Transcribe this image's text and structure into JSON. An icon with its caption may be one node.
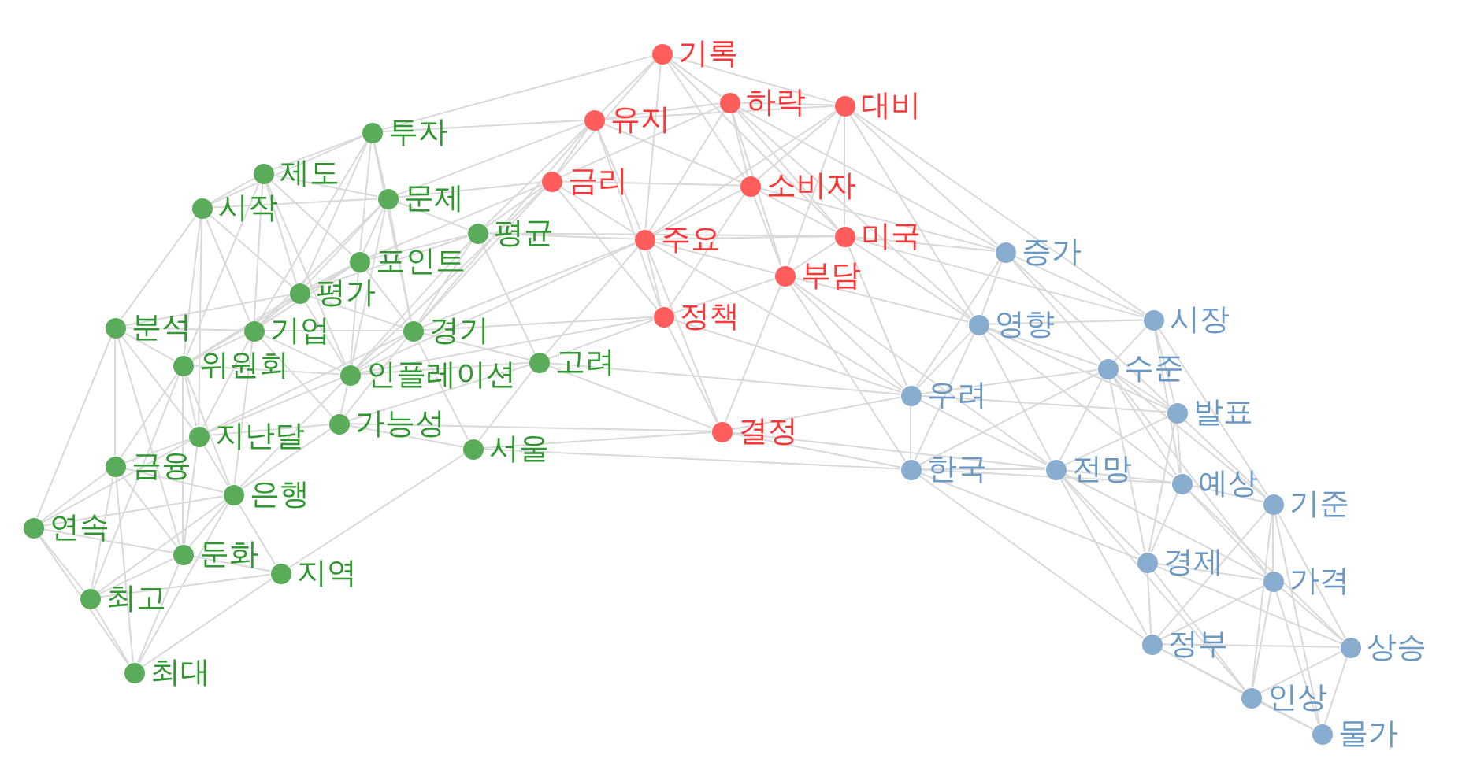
{
  "diagram": {
    "nodes": [
      {
        "text": [
          "기록"
        ]
      },
      {
        "text": [
          "유지"
        ]
      },
      {
        "text": [
          "하락"
        ]
      },
      {
        "text": [
          "대비"
        ]
      },
      {
        "text": [
          "금리"
        ]
      },
      {
        "text": [
          "소비자"
        ]
      },
      {
        "text": [
          "주요"
        ]
      },
      {
        "text": [
          "미국"
        ]
      },
      {
        "text": [
          "부담"
        ]
      },
      {
        "text": [
          "정책"
        ]
      },
      {
        "text": [
          "결정"
        ]
      },
      {
        "text": [
          "증가"
        ]
      },
      {
        "text": [
          "영향"
        ]
      },
      {
        "text": [
          "시장"
        ]
      },
      {
        "text": [
          "수준"
        ]
      },
      {
        "text": [
          "우려"
        ]
      },
      {
        "text": [
          "발표"
        ]
      },
      {
        "text": [
          "한국"
        ]
      },
      {
        "text": [
          "전망"
        ]
      },
      {
        "text": [
          "예상"
        ]
      },
      {
        "text": [
          "기준"
        ]
      },
      {
        "text": [
          "경제"
        ]
      },
      {
        "text": [
          "가격"
        ]
      },
      {
        "text": [
          "정부"
        ]
      },
      {
        "text": [
          "상승"
        ]
      },
      {
        "text": [
          "인상"
        ]
      },
      {
        "text": [
          "물가"
        ]
      },
      {
        "text": [
          "투자"
        ]
      },
      {
        "text": [
          "제도"
        ]
      },
      {
        "text": [
          "시작"
        ]
      },
      {
        "text": [
          "문제"
        ]
      },
      {
        "text": [
          "평균"
        ]
      },
      {
        "text": [
          "포인트"
        ]
      },
      {
        "text": [
          "평가"
        ]
      },
      {
        "text": [
          "분석"
        ]
      },
      {
        "text": [
          "기업"
        ]
      },
      {
        "text": [
          "경기"
        ]
      },
      {
        "text": [
          "위원회"
        ]
      },
      {
        "text": [
          "인플레이션"
        ]
      },
      {
        "text": [
          "고려"
        ]
      },
      {
        "text": [
          "지난달"
        ]
      },
      {
        "text": [
          "가능성"
        ]
      },
      {
        "text": [
          "서울"
        ]
      },
      {
        "text": [
          "금융"
        ]
      },
      {
        "text": [
          "은행"
        ]
      },
      {
        "text": [
          "연속"
        ]
      },
      {
        "text": [
          "둔화"
        ]
      },
      {
        "text": [
          "지역"
        ]
      },
      {
        "text": [
          "최고"
        ]
      },
      {
        "text": [
          "최대"
        ]
      }
    ],
    "edges": [
      {
        "from": 0,
        "to": 1,
        "arrow": "none"
      },
      {
        "from": 0,
        "to": 4,
        "arrow": "none"
      },
      {
        "from": 0,
        "to": 6,
        "arrow": "none"
      },
      {
        "from": 0,
        "to": 2,
        "arrow": "none"
      },
      {
        "from": 0,
        "to": 5,
        "arrow": "none"
      },
      {
        "from": 0,
        "to": 3,
        "arrow": "none"
      },
      {
        "from": 0,
        "to": 27,
        "arrow": "none"
      },
      {
        "from": 0,
        "to": 7,
        "arrow": "none"
      },
      {
        "from": 1,
        "to": 2,
        "arrow": "none"
      },
      {
        "from": 1,
        "to": 4,
        "arrow": "none"
      },
      {
        "from": 1,
        "to": 6,
        "arrow": "none"
      },
      {
        "from": 1,
        "to": 9,
        "arrow": "none"
      },
      {
        "from": 1,
        "to": 5,
        "arrow": "none"
      },
      {
        "from": 1,
        "to": 3,
        "arrow": "none"
      },
      {
        "from": 1,
        "to": 30,
        "arrow": "none"
      },
      {
        "from": 1,
        "to": 31,
        "arrow": "none"
      },
      {
        "from": 1,
        "to": 36,
        "arrow": "none"
      },
      {
        "from": 1,
        "to": 27,
        "arrow": "none"
      },
      {
        "from": 2,
        "to": 3,
        "arrow": "none"
      },
      {
        "from": 2,
        "to": 5,
        "arrow": "none"
      },
      {
        "from": 2,
        "to": 6,
        "arrow": "none"
      },
      {
        "from": 2,
        "to": 4,
        "arrow": "none"
      },
      {
        "from": 2,
        "to": 7,
        "arrow": "none"
      },
      {
        "from": 2,
        "to": 8,
        "arrow": "none"
      },
      {
        "from": 2,
        "to": 12,
        "arrow": "none"
      },
      {
        "from": 2,
        "to": 11,
        "arrow": "none"
      },
      {
        "from": 3,
        "to": 7,
        "arrow": "none"
      },
      {
        "from": 3,
        "to": 8,
        "arrow": "none"
      },
      {
        "from": 3,
        "to": 11,
        "arrow": "none"
      },
      {
        "from": 3,
        "to": 13,
        "arrow": "none"
      },
      {
        "from": 3,
        "to": 6,
        "arrow": "none"
      },
      {
        "from": 3,
        "to": 5,
        "arrow": "none"
      },
      {
        "from": 3,
        "to": 12,
        "arrow": "none"
      },
      {
        "from": 4,
        "to": 6,
        "arrow": "none"
      },
      {
        "from": 4,
        "to": 9,
        "arrow": "none"
      },
      {
        "from": 4,
        "to": 5,
        "arrow": "none"
      },
      {
        "from": 4,
        "to": 30,
        "arrow": "none"
      },
      {
        "from": 4,
        "to": 31,
        "arrow": "none"
      },
      {
        "from": 4,
        "to": 32,
        "arrow": "none"
      },
      {
        "from": 4,
        "to": 36,
        "arrow": "none"
      },
      {
        "from": 4,
        "to": 38,
        "arrow": "none"
      },
      {
        "from": 5,
        "to": 6,
        "arrow": "none"
      },
      {
        "from": 5,
        "to": 7,
        "arrow": "none"
      },
      {
        "from": 5,
        "to": 8,
        "arrow": "none"
      },
      {
        "from": 5,
        "to": 9,
        "arrow": "none"
      },
      {
        "from": 5,
        "to": 11,
        "arrow": "none"
      },
      {
        "from": 6,
        "to": 9,
        "arrow": "none"
      },
      {
        "from": 6,
        "to": 7,
        "arrow": "none"
      },
      {
        "from": 6,
        "to": 8,
        "arrow": "none"
      },
      {
        "from": 6,
        "to": 10,
        "arrow": "none"
      },
      {
        "from": 6,
        "to": 31,
        "arrow": "none"
      },
      {
        "from": 6,
        "to": 36,
        "arrow": "none"
      },
      {
        "from": 6,
        "to": 38,
        "arrow": "none"
      },
      {
        "from": 6,
        "to": 39,
        "arrow": "none"
      },
      {
        "from": 6,
        "to": 15,
        "arrow": "none"
      },
      {
        "from": 7,
        "to": 8,
        "arrow": "none"
      },
      {
        "from": 7,
        "to": 11,
        "arrow": "none"
      },
      {
        "from": 7,
        "to": 12,
        "arrow": "none"
      },
      {
        "from": 7,
        "to": 15,
        "arrow": "none"
      },
      {
        "from": 7,
        "to": 13,
        "arrow": "none"
      },
      {
        "from": 8,
        "to": 9,
        "arrow": "none"
      },
      {
        "from": 8,
        "to": 10,
        "arrow": "none"
      },
      {
        "from": 8,
        "to": 15,
        "arrow": "none"
      },
      {
        "from": 8,
        "to": 12,
        "arrow": "none"
      },
      {
        "from": 8,
        "to": 17,
        "arrow": "none"
      },
      {
        "from": 8,
        "to": 18,
        "arrow": "none"
      },
      {
        "from": 9,
        "to": 10,
        "arrow": "none"
      },
      {
        "from": 9,
        "to": 39,
        "arrow": "none"
      },
      {
        "from": 9,
        "to": 15,
        "arrow": "none"
      },
      {
        "from": 9,
        "to": 38,
        "arrow": "none"
      },
      {
        "from": 9,
        "to": 36,
        "arrow": "none"
      },
      {
        "from": 10,
        "to": 15,
        "arrow": "none"
      },
      {
        "from": 10,
        "to": 17,
        "arrow": "none"
      },
      {
        "from": 10,
        "to": 42,
        "arrow": "none"
      },
      {
        "from": 10,
        "to": 41,
        "arrow": "none"
      },
      {
        "from": 10,
        "to": 39,
        "arrow": "none"
      },
      {
        "from": 10,
        "to": 18,
        "arrow": "none"
      },
      {
        "from": 11,
        "to": 12,
        "arrow": "none"
      },
      {
        "from": 11,
        "to": 13,
        "arrow": "none"
      },
      {
        "from": 11,
        "to": 14,
        "arrow": "none"
      },
      {
        "from": 11,
        "to": 15,
        "arrow": "none"
      },
      {
        "from": 11,
        "to": 16,
        "arrow": "none"
      },
      {
        "from": 12,
        "to": 15,
        "arrow": "none"
      },
      {
        "from": 12,
        "to": 14,
        "arrow": "none"
      },
      {
        "from": 12,
        "to": 13,
        "arrow": "none"
      },
      {
        "from": 12,
        "to": 18,
        "arrow": "none"
      },
      {
        "from": 12,
        "to": 17,
        "arrow": "none"
      },
      {
        "from": 12,
        "to": 19,
        "arrow": "none"
      },
      {
        "from": 12,
        "to": 16,
        "arrow": "none"
      },
      {
        "from": 13,
        "to": 14,
        "arrow": "none"
      },
      {
        "from": 13,
        "to": 16,
        "arrow": "none"
      },
      {
        "from": 13,
        "to": 19,
        "arrow": "none"
      },
      {
        "from": 13,
        "to": 20,
        "arrow": "none"
      },
      {
        "from": 14,
        "to": 15,
        "arrow": "none"
      },
      {
        "from": 14,
        "to": 16,
        "arrow": "none"
      },
      {
        "from": 14,
        "to": 17,
        "arrow": "none"
      },
      {
        "from": 14,
        "to": 18,
        "arrow": "none"
      },
      {
        "from": 14,
        "to": 19,
        "arrow": "none"
      },
      {
        "from": 14,
        "to": 20,
        "arrow": "none"
      },
      {
        "from": 14,
        "to": 21,
        "arrow": "none"
      },
      {
        "from": 14,
        "to": 22,
        "arrow": "none"
      },
      {
        "from": 15,
        "to": 17,
        "arrow": "none"
      },
      {
        "from": 15,
        "to": 18,
        "arrow": "none"
      },
      {
        "from": 15,
        "to": 16,
        "arrow": "none"
      },
      {
        "from": 16,
        "to": 19,
        "arrow": "none"
      },
      {
        "from": 16,
        "to": 21,
        "arrow": "none"
      },
      {
        "from": 16,
        "to": 18,
        "arrow": "none"
      },
      {
        "from": 16,
        "to": 20,
        "arrow": "none"
      },
      {
        "from": 17,
        "to": 18,
        "arrow": "none"
      },
      {
        "from": 17,
        "to": 21,
        "arrow": "none"
      },
      {
        "from": 17,
        "to": 19,
        "arrow": "none"
      },
      {
        "from": 17,
        "to": 23,
        "arrow": "none"
      },
      {
        "from": 18,
        "to": 19,
        "arrow": "none"
      },
      {
        "from": 18,
        "to": 21,
        "arrow": "none"
      },
      {
        "from": 18,
        "to": 23,
        "arrow": "none"
      },
      {
        "from": 18,
        "to": 25,
        "arrow": "none"
      },
      {
        "from": 18,
        "to": 22,
        "arrow": "none"
      },
      {
        "from": 19,
        "to": 20,
        "arrow": "none"
      },
      {
        "from": 19,
        "to": 21,
        "arrow": "none"
      },
      {
        "from": 19,
        "to": 22,
        "arrow": "none"
      },
      {
        "from": 19,
        "to": 24,
        "arrow": "none"
      },
      {
        "from": 20,
        "to": 22,
        "arrow": "none"
      },
      {
        "from": 20,
        "to": 24,
        "arrow": "none"
      },
      {
        "from": 20,
        "to": 23,
        "arrow": "none"
      },
      {
        "from": 20,
        "to": 25,
        "arrow": "none"
      },
      {
        "from": 20,
        "to": 26,
        "arrow": "none"
      },
      {
        "from": 21,
        "to": 22,
        "arrow": "none"
      },
      {
        "from": 21,
        "to": 23,
        "arrow": "none"
      },
      {
        "from": 21,
        "to": 24,
        "arrow": "none"
      },
      {
        "from": 21,
        "to": 25,
        "arrow": "none"
      },
      {
        "from": 22,
        "to": 23,
        "arrow": "none"
      },
      {
        "from": 22,
        "to": 24,
        "arrow": "none"
      },
      {
        "from": 22,
        "to": 25,
        "arrow": "none"
      },
      {
        "from": 22,
        "to": 26,
        "arrow": "none"
      },
      {
        "from": 23,
        "to": 24,
        "arrow": "none"
      },
      {
        "from": 23,
        "to": 25,
        "arrow": "none"
      },
      {
        "from": 23,
        "to": 26,
        "arrow": "none"
      },
      {
        "from": 24,
        "to": 25,
        "arrow": "none"
      },
      {
        "from": 24,
        "to": 26,
        "arrow": "none"
      },
      {
        "from": 25,
        "to": 26,
        "arrow": "none"
      },
      {
        "from": 27,
        "to": 28,
        "arrow": "none"
      },
      {
        "from": 27,
        "to": 29,
        "arrow": "none"
      },
      {
        "from": 27,
        "to": 30,
        "arrow": "none"
      },
      {
        "from": 27,
        "to": 32,
        "arrow": "none"
      },
      {
        "from": 27,
        "to": 33,
        "arrow": "none"
      },
      {
        "from": 27,
        "to": 36,
        "arrow": "none"
      },
      {
        "from": 27,
        "to": 35,
        "arrow": "none"
      },
      {
        "from": 28,
        "to": 29,
        "arrow": "none"
      },
      {
        "from": 28,
        "to": 30,
        "arrow": "none"
      },
      {
        "from": 28,
        "to": 33,
        "arrow": "none"
      },
      {
        "from": 28,
        "to": 35,
        "arrow": "none"
      },
      {
        "from": 28,
        "to": 32,
        "arrow": "none"
      },
      {
        "from": 28,
        "to": 37,
        "arrow": "none"
      },
      {
        "from": 28,
        "to": 38,
        "arrow": "none"
      },
      {
        "from": 29,
        "to": 30,
        "arrow": "none"
      },
      {
        "from": 29,
        "to": 34,
        "arrow": "none"
      },
      {
        "from": 29,
        "to": 35,
        "arrow": "none"
      },
      {
        "from": 29,
        "to": 37,
        "arrow": "none"
      },
      {
        "from": 29,
        "to": 33,
        "arrow": "none"
      },
      {
        "from": 29,
        "to": 40,
        "arrow": "none"
      },
      {
        "from": 30,
        "to": 31,
        "arrow": "none"
      },
      {
        "from": 30,
        "to": 32,
        "arrow": "none"
      },
      {
        "from": 30,
        "to": 33,
        "arrow": "none"
      },
      {
        "from": 30,
        "to": 36,
        "arrow": "none"
      },
      {
        "from": 30,
        "to": 35,
        "arrow": "none"
      },
      {
        "from": 30,
        "to": 38,
        "arrow": "none"
      },
      {
        "from": 31,
        "to": 32,
        "arrow": "none"
      },
      {
        "from": 31,
        "to": 33,
        "arrow": "none"
      },
      {
        "from": 31,
        "to": 36,
        "arrow": "none"
      },
      {
        "from": 31,
        "to": 38,
        "arrow": "none"
      },
      {
        "from": 31,
        "to": 39,
        "arrow": "none"
      },
      {
        "from": 31,
        "to": 7,
        "arrow": "none"
      },
      {
        "from": 32,
        "to": 33,
        "arrow": "none"
      },
      {
        "from": 32,
        "to": 35,
        "arrow": "none"
      },
      {
        "from": 32,
        "to": 36,
        "arrow": "none"
      },
      {
        "from": 32,
        "to": 37,
        "arrow": "none"
      },
      {
        "from": 32,
        "to": 38,
        "arrow": "none"
      },
      {
        "from": 33,
        "to": 35,
        "arrow": "none"
      },
      {
        "from": 33,
        "to": 36,
        "arrow": "none"
      },
      {
        "from": 33,
        "to": 37,
        "arrow": "none"
      },
      {
        "from": 33,
        "to": 38,
        "arrow": "none"
      },
      {
        "from": 33,
        "to": 34,
        "arrow": "none"
      },
      {
        "from": 34,
        "to": 35,
        "arrow": "none"
      },
      {
        "from": 34,
        "to": 37,
        "arrow": "none"
      },
      {
        "from": 34,
        "to": 40,
        "arrow": "none"
      },
      {
        "from": 34,
        "to": 43,
        "arrow": "none"
      },
      {
        "from": 34,
        "to": 45,
        "arrow": "none"
      },
      {
        "from": 34,
        "to": 46,
        "arrow": "none"
      },
      {
        "from": 35,
        "to": 37,
        "arrow": "none"
      },
      {
        "from": 35,
        "to": 36,
        "arrow": "none"
      },
      {
        "from": 35,
        "to": 38,
        "arrow": "none"
      },
      {
        "from": 35,
        "to": 40,
        "arrow": "none"
      },
      {
        "from": 35,
        "to": 41,
        "arrow": "none"
      },
      {
        "from": 35,
        "to": 44,
        "arrow": "none"
      },
      {
        "from": 36,
        "to": 38,
        "arrow": "none"
      },
      {
        "from": 36,
        "to": 39,
        "arrow": "none"
      },
      {
        "from": 36,
        "to": 41,
        "arrow": "none"
      },
      {
        "from": 36,
        "to": 42,
        "arrow": "none"
      },
      {
        "from": 36,
        "to": 40,
        "arrow": "none"
      },
      {
        "from": 37,
        "to": 38,
        "arrow": "none"
      },
      {
        "from": 37,
        "to": 40,
        "arrow": "none"
      },
      {
        "from": 37,
        "to": 43,
        "arrow": "none"
      },
      {
        "from": 37,
        "to": 44,
        "arrow": "none"
      },
      {
        "from": 37,
        "to": 46,
        "arrow": "none"
      },
      {
        "from": 37,
        "to": 48,
        "arrow": "none"
      },
      {
        "from": 38,
        "to": 39,
        "arrow": "none"
      },
      {
        "from": 38,
        "to": 40,
        "arrow": "none"
      },
      {
        "from": 38,
        "to": 41,
        "arrow": "none"
      },
      {
        "from": 38,
        "to": 44,
        "arrow": "none"
      },
      {
        "from": 39,
        "to": 41,
        "arrow": "none"
      },
      {
        "from": 39,
        "to": 42,
        "arrow": "none"
      },
      {
        "from": 39,
        "to": 15,
        "arrow": "none"
      },
      {
        "from": 40,
        "to": 41,
        "arrow": "none"
      },
      {
        "from": 40,
        "to": 43,
        "arrow": "none"
      },
      {
        "from": 40,
        "to": 44,
        "arrow": "none"
      },
      {
        "from": 40,
        "to": 46,
        "arrow": "none"
      },
      {
        "from": 40,
        "to": 45,
        "arrow": "none"
      },
      {
        "from": 41,
        "to": 42,
        "arrow": "none"
      },
      {
        "from": 41,
        "to": 44,
        "arrow": "none"
      },
      {
        "from": 42,
        "to": 47,
        "arrow": "none"
      },
      {
        "from": 42,
        "to": 17,
        "arrow": "none"
      },
      {
        "from": 43,
        "to": 44,
        "arrow": "none"
      },
      {
        "from": 43,
        "to": 45,
        "arrow": "none"
      },
      {
        "from": 43,
        "to": 46,
        "arrow": "none"
      },
      {
        "from": 43,
        "to": 48,
        "arrow": "none"
      },
      {
        "from": 43,
        "to": 49,
        "arrow": "none"
      },
      {
        "from": 44,
        "to": 45,
        "arrow": "none"
      },
      {
        "from": 44,
        "to": 46,
        "arrow": "none"
      },
      {
        "from": 44,
        "to": 47,
        "arrow": "none"
      },
      {
        "from": 44,
        "to": 48,
        "arrow": "none"
      },
      {
        "from": 44,
        "to": 49,
        "arrow": "none"
      },
      {
        "from": 45,
        "to": 46,
        "arrow": "none"
      },
      {
        "from": 45,
        "to": 48,
        "arrow": "none"
      },
      {
        "from": 45,
        "to": 49,
        "arrow": "none"
      },
      {
        "from": 46,
        "to": 47,
        "arrow": "none"
      },
      {
        "from": 46,
        "to": 48,
        "arrow": "none"
      },
      {
        "from": 46,
        "to": 49,
        "arrow": "none"
      },
      {
        "from": 47,
        "to": 48,
        "arrow": "none"
      },
      {
        "from": 47,
        "to": 49,
        "arrow": "none"
      },
      {
        "from": 48,
        "to": 49,
        "arrow": "none"
      }
    ]
  }
}
